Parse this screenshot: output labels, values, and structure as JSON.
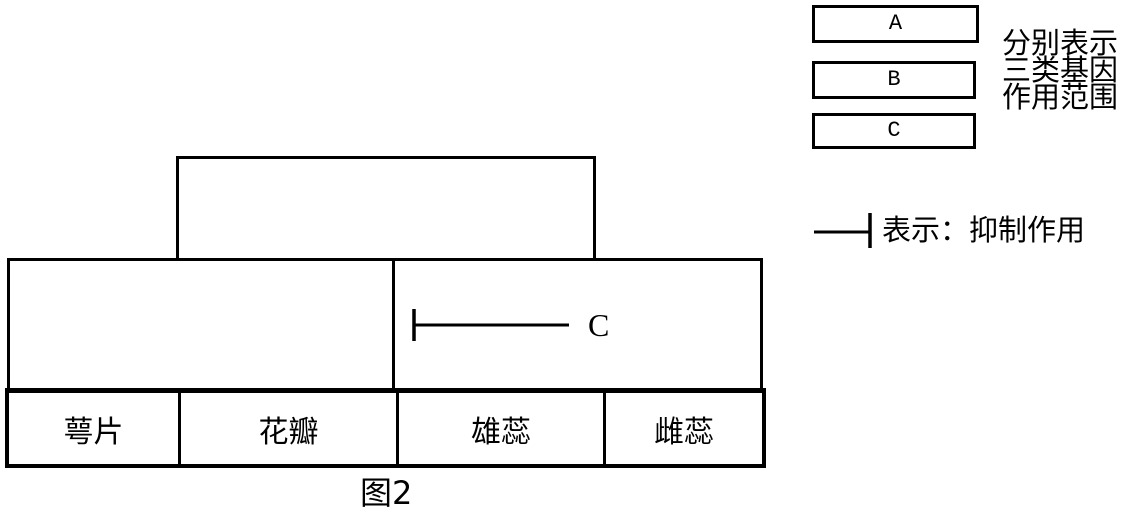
{
  "figure": {
    "caption": "图2",
    "top_box": {
      "label": ""
    },
    "middle_row": {
      "left_box": {
        "label": ""
      },
      "right_box": {
        "inhibitor_label": "C"
      }
    },
    "organs": [
      {
        "label": "萼片"
      },
      {
        "label": "花瓣"
      },
      {
        "label": "雄蕊"
      },
      {
        "label": "雌蕊"
      }
    ]
  },
  "legend": {
    "boxes": [
      {
        "label": "A"
      },
      {
        "label": "B"
      },
      {
        "label": "C"
      }
    ],
    "boxes_description_lines": [
      "分别表示",
      "三类基因",
      "作用范围"
    ],
    "inhibition_symbol_text": "表示：抑制作用"
  },
  "colors": {
    "line": "#000000",
    "background": "#ffffff"
  }
}
